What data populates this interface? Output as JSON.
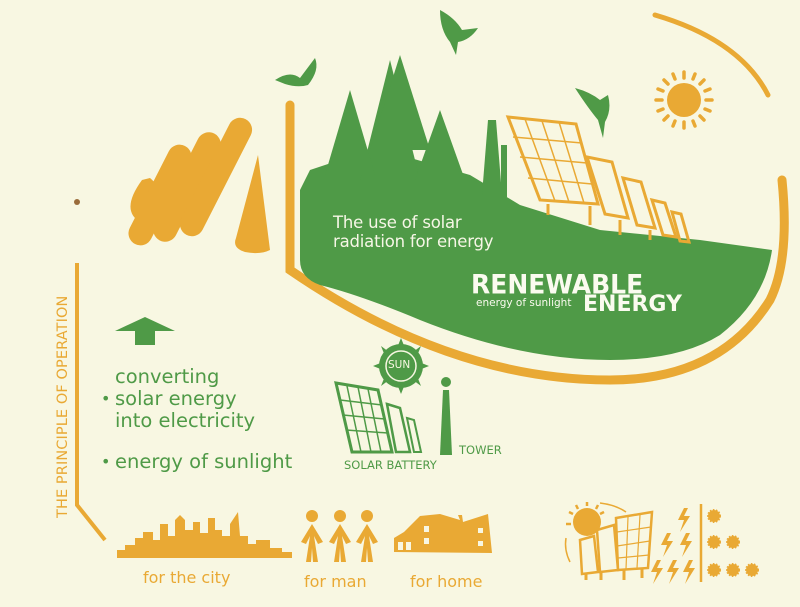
{
  "colors": {
    "background": "#f8f7e2",
    "green": "#4f9a47",
    "orange": "#e9a934",
    "white_text": "#fbfbef"
  },
  "hero": {
    "description_line1": "The use of solar",
    "description_line2": "radiation for energy",
    "headline_top": "RENEWABLE",
    "headline_bottom": "ENERGY",
    "headline_tagline": "energy of sunlight"
  },
  "principle": {
    "vertical_title": "THE PRINCIPLE OF OPERATION",
    "arrow_icon": "up-arrow-icon",
    "items": [
      {
        "lines": [
          "converting",
          "solar energy",
          "into electricity"
        ]
      },
      {
        "lines": [
          "energy of sunlight"
        ]
      }
    ]
  },
  "system": {
    "sun_label": "SUN",
    "battery_label": "SOLAR BATTERY",
    "tower_label": "TOWER"
  },
  "uses": [
    {
      "icon": "city-skyline-icon",
      "label": "for the city"
    },
    {
      "icon": "people-icon",
      "label": "for man"
    },
    {
      "icon": "house-icon",
      "label": "for home"
    }
  ],
  "decorations": {
    "icons": [
      "lightbulb-base-icon",
      "trees-icon",
      "birds-icon",
      "oil-tower-icon",
      "solar-panels-icon",
      "sun-icon",
      "lightning-icon",
      "sun-rating-icon"
    ]
  }
}
